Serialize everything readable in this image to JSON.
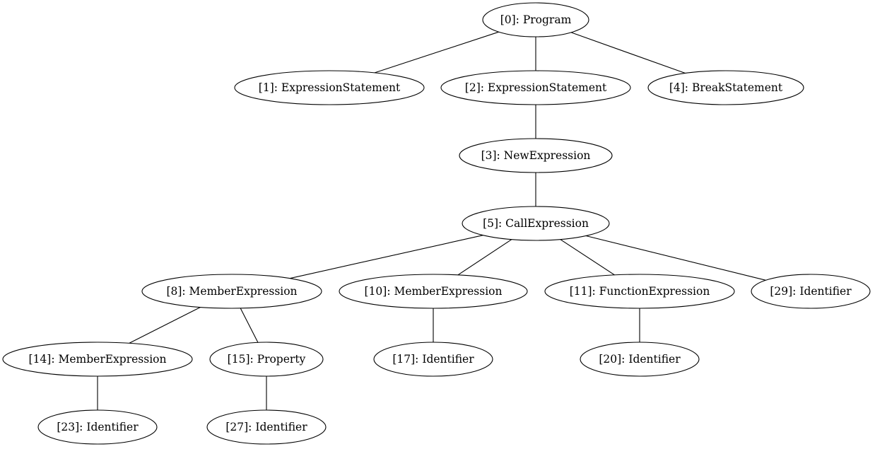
{
  "diagram": {
    "colors": {
      "background": "#ffffff",
      "stroke": "#000000",
      "text": "#000000"
    },
    "nodes": [
      {
        "id": "0",
        "label": "[0]: Program"
      },
      {
        "id": "1",
        "label": "[1]: ExpressionStatement"
      },
      {
        "id": "2",
        "label": "[2]: ExpressionStatement"
      },
      {
        "id": "4",
        "label": "[4]: BreakStatement"
      },
      {
        "id": "3",
        "label": "[3]: NewExpression"
      },
      {
        "id": "5",
        "label": "[5]: CallExpression"
      },
      {
        "id": "8",
        "label": "[8]: MemberExpression"
      },
      {
        "id": "10",
        "label": "[10]: MemberExpression"
      },
      {
        "id": "11",
        "label": "[11]: FunctionExpression"
      },
      {
        "id": "29",
        "label": "[29]: Identifier"
      },
      {
        "id": "14",
        "label": "[14]: MemberExpression"
      },
      {
        "id": "15",
        "label": "[15]: Property"
      },
      {
        "id": "17",
        "label": "[17]: Identifier"
      },
      {
        "id": "20",
        "label": "[20]: Identifier"
      },
      {
        "id": "23",
        "label": "[23]: Identifier"
      },
      {
        "id": "27",
        "label": "[27]: Identifier"
      }
    ],
    "edges": [
      {
        "from": "0",
        "to": "1"
      },
      {
        "from": "0",
        "to": "2"
      },
      {
        "from": "0",
        "to": "4"
      },
      {
        "from": "2",
        "to": "3"
      },
      {
        "from": "3",
        "to": "5"
      },
      {
        "from": "5",
        "to": "8"
      },
      {
        "from": "5",
        "to": "10"
      },
      {
        "from": "5",
        "to": "11"
      },
      {
        "from": "5",
        "to": "29"
      },
      {
        "from": "8",
        "to": "14"
      },
      {
        "from": "8",
        "to": "15"
      },
      {
        "from": "10",
        "to": "17"
      },
      {
        "from": "11",
        "to": "20"
      },
      {
        "from": "14",
        "to": "23"
      },
      {
        "from": "15",
        "to": "27"
      }
    ]
  }
}
